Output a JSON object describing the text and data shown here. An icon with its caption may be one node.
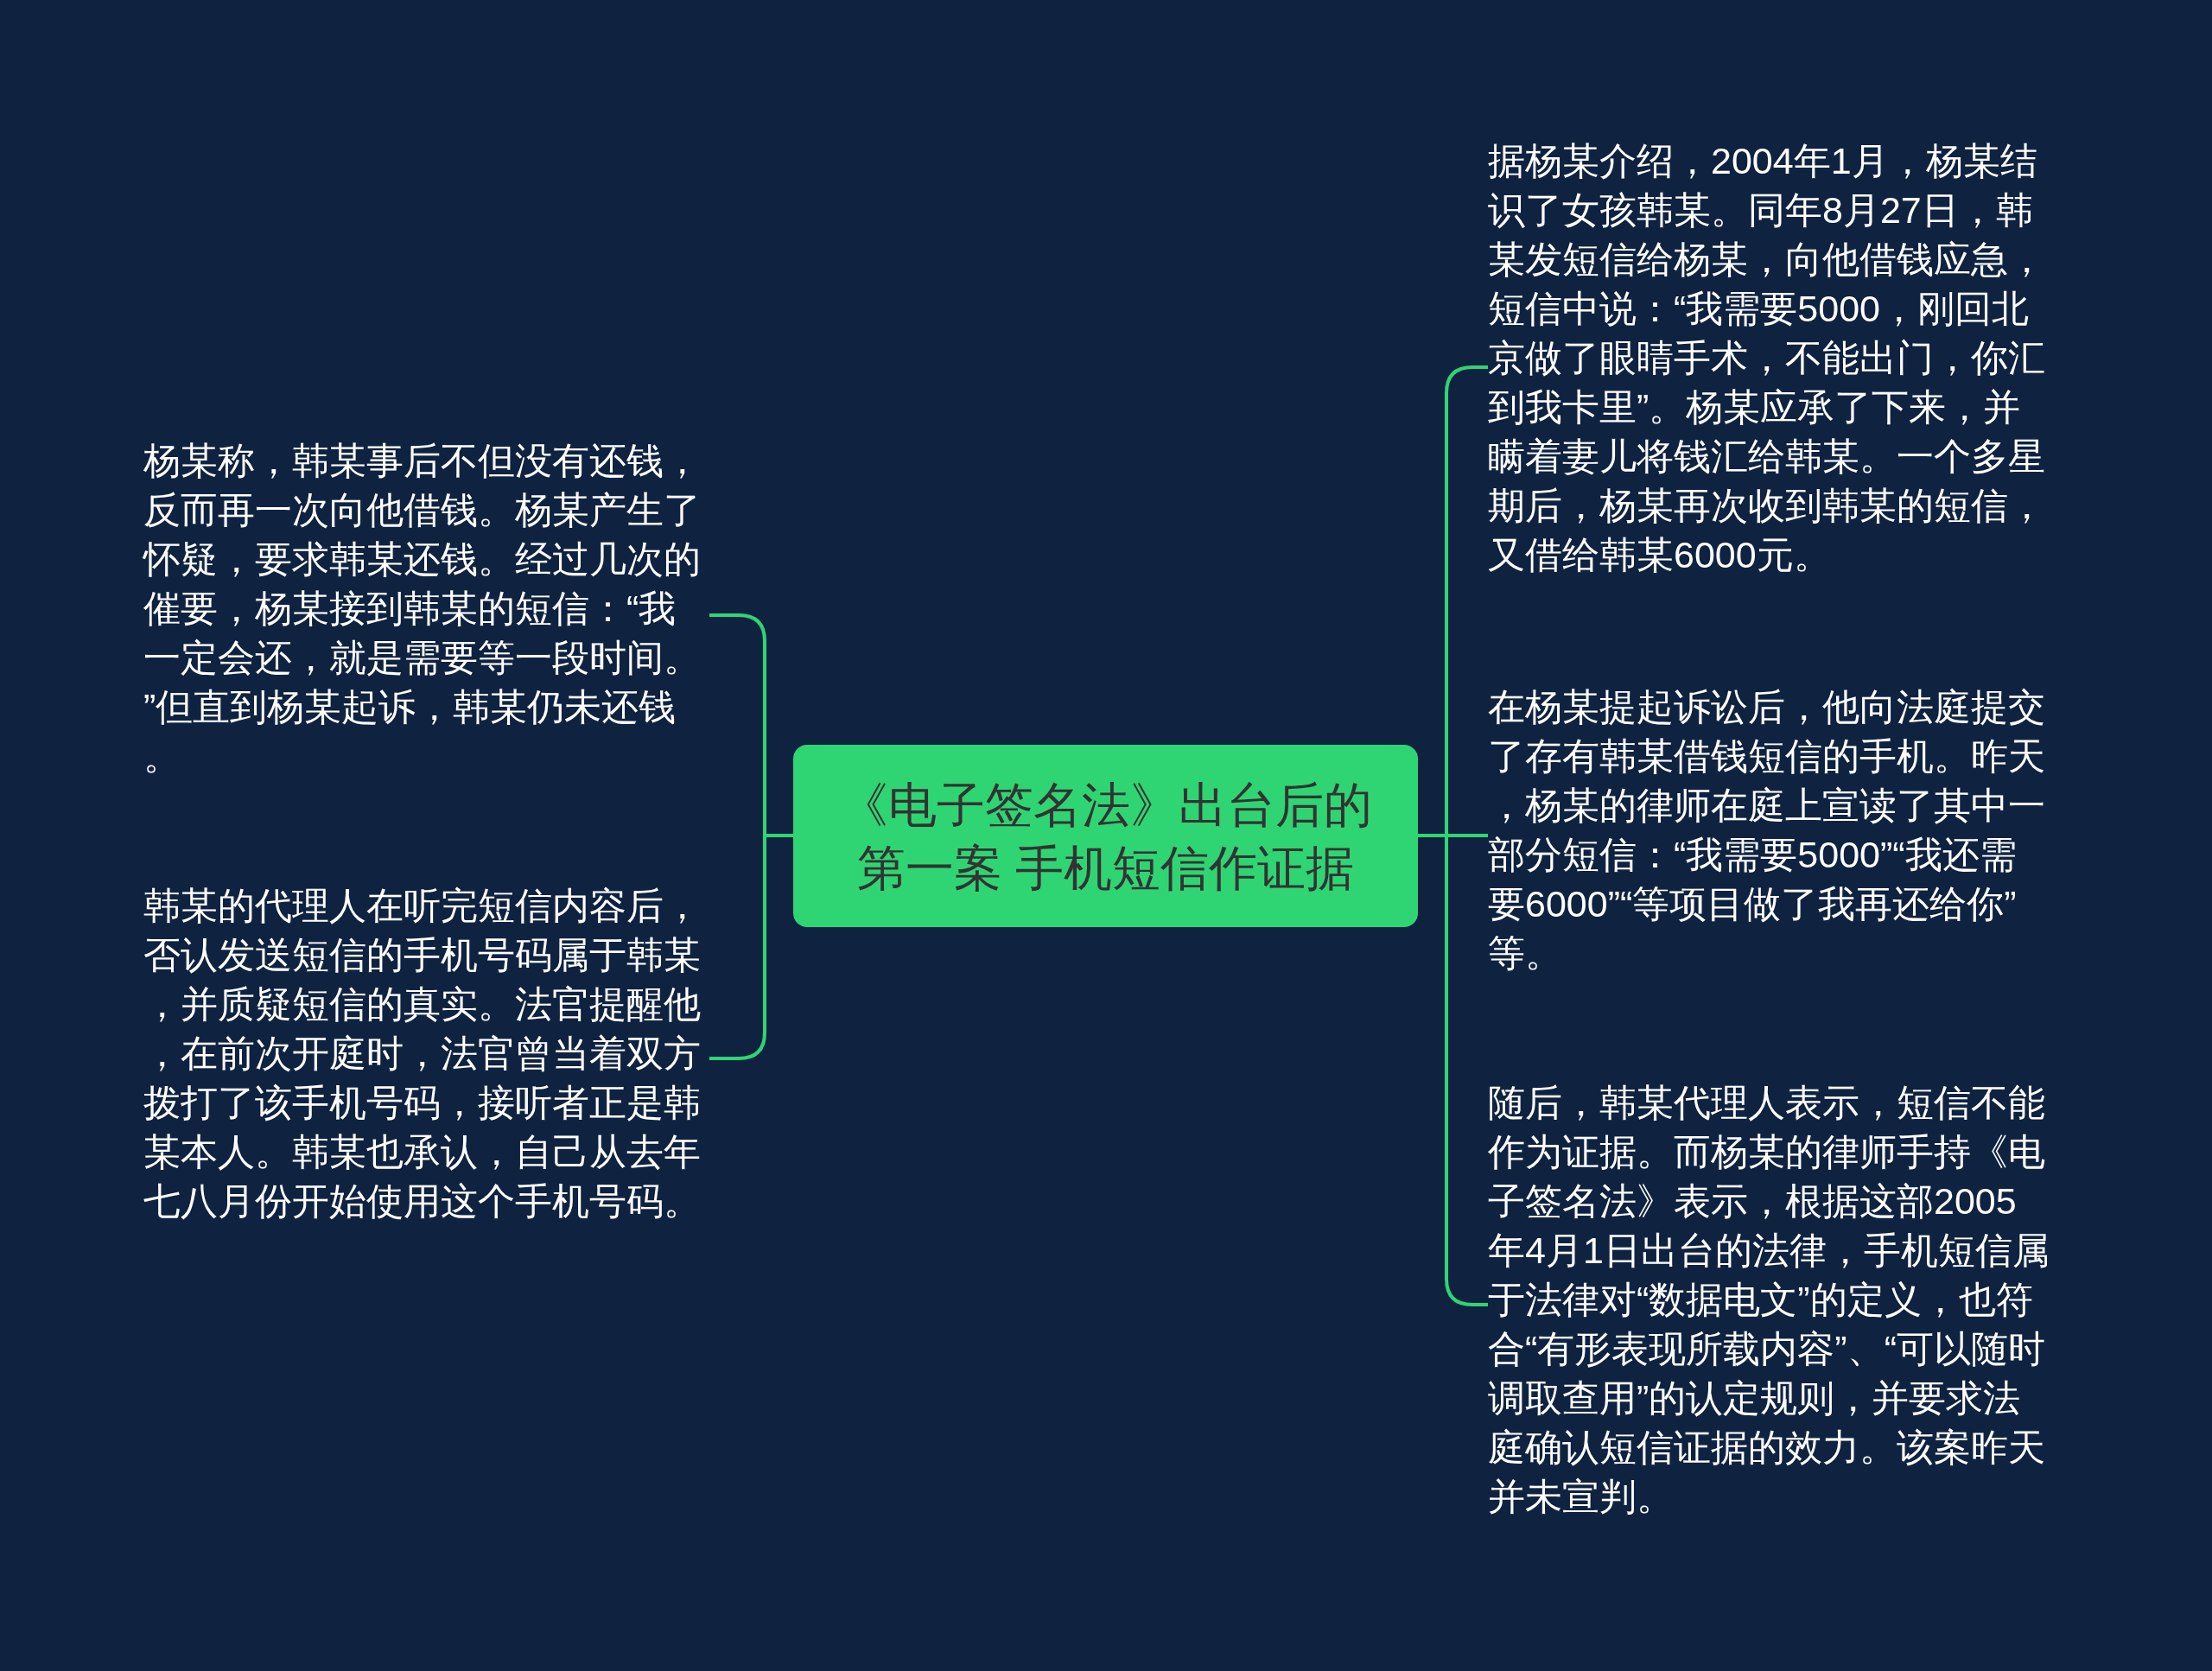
{
  "diagram": {
    "nodes": [
      {
        "text": [
          "《电子签名法》出台后的第一案 手机短信作证据"
        ]
      },
      {
        "text": [
          "杨某称，韩某事后不但没有还钱，反而再一次向他借钱。杨某产生了怀疑，要求韩某还钱。经过几次的催要，杨某接到韩某的短信：“我一定会还，就是需要等一段时间。”但直到杨某起诉，韩某仍未还钱。"
        ]
      },
      {
        "text": [
          "韩某的代理人在听完短信内容后，否认发送短信的手机号码属于韩某，并质疑短信的真实。法官提醒他，在前次开庭时，法官曾当着双方拨打了该手机号码，接听者正是韩某本人。韩某也承认，自己从去年七八月份开始使用这个手机号码。"
        ]
      },
      {
        "text": [
          "据杨某介绍，2004年1月，杨某结识了女孩韩某。同年8月27日，韩某发短信给杨某，向他借钱应急，短信中说：“我需要5000，刚回北京做了眼睛手术，不能出门，你汇到我卡里”。杨某应承了下来，并瞒着妻儿将钱汇给韩某。一个多星期后，杨某再次收到韩某的短信，又借给韩某6000元。"
        ]
      },
      {
        "text": [
          "在杨某提起诉讼后，他向法庭提交了存有韩某借钱短信的手机。昨天，杨某的律师在庭上宣读了其中一部分短信：“我需要5000”“我还需要6000”“等项目做了我再还给你”等。"
        ]
      },
      {
        "text": [
          "随后，韩某代理人表示，短信不能作为证据。而杨某的律师手持《电子签名法》表示，根据这部2005年4月1日出台的法律，手机短信属于法律对“数据电文”的定义，也符合“有形表现所载内容”、“可以随时调取查用”的认定规则，并要求法庭确认短信证据的效力。该案昨天并未宣判。"
        ]
      }
    ],
    "edges": [
      {
        "from": 0,
        "to": 1,
        "arrow": "none"
      },
      {
        "from": 0,
        "to": 2,
        "arrow": "none"
      },
      {
        "from": 0,
        "to": 3,
        "arrow": "none"
      },
      {
        "from": 0,
        "to": 4,
        "arrow": "none"
      },
      {
        "from": 0,
        "to": 5,
        "arrow": "none"
      }
    ]
  }
}
